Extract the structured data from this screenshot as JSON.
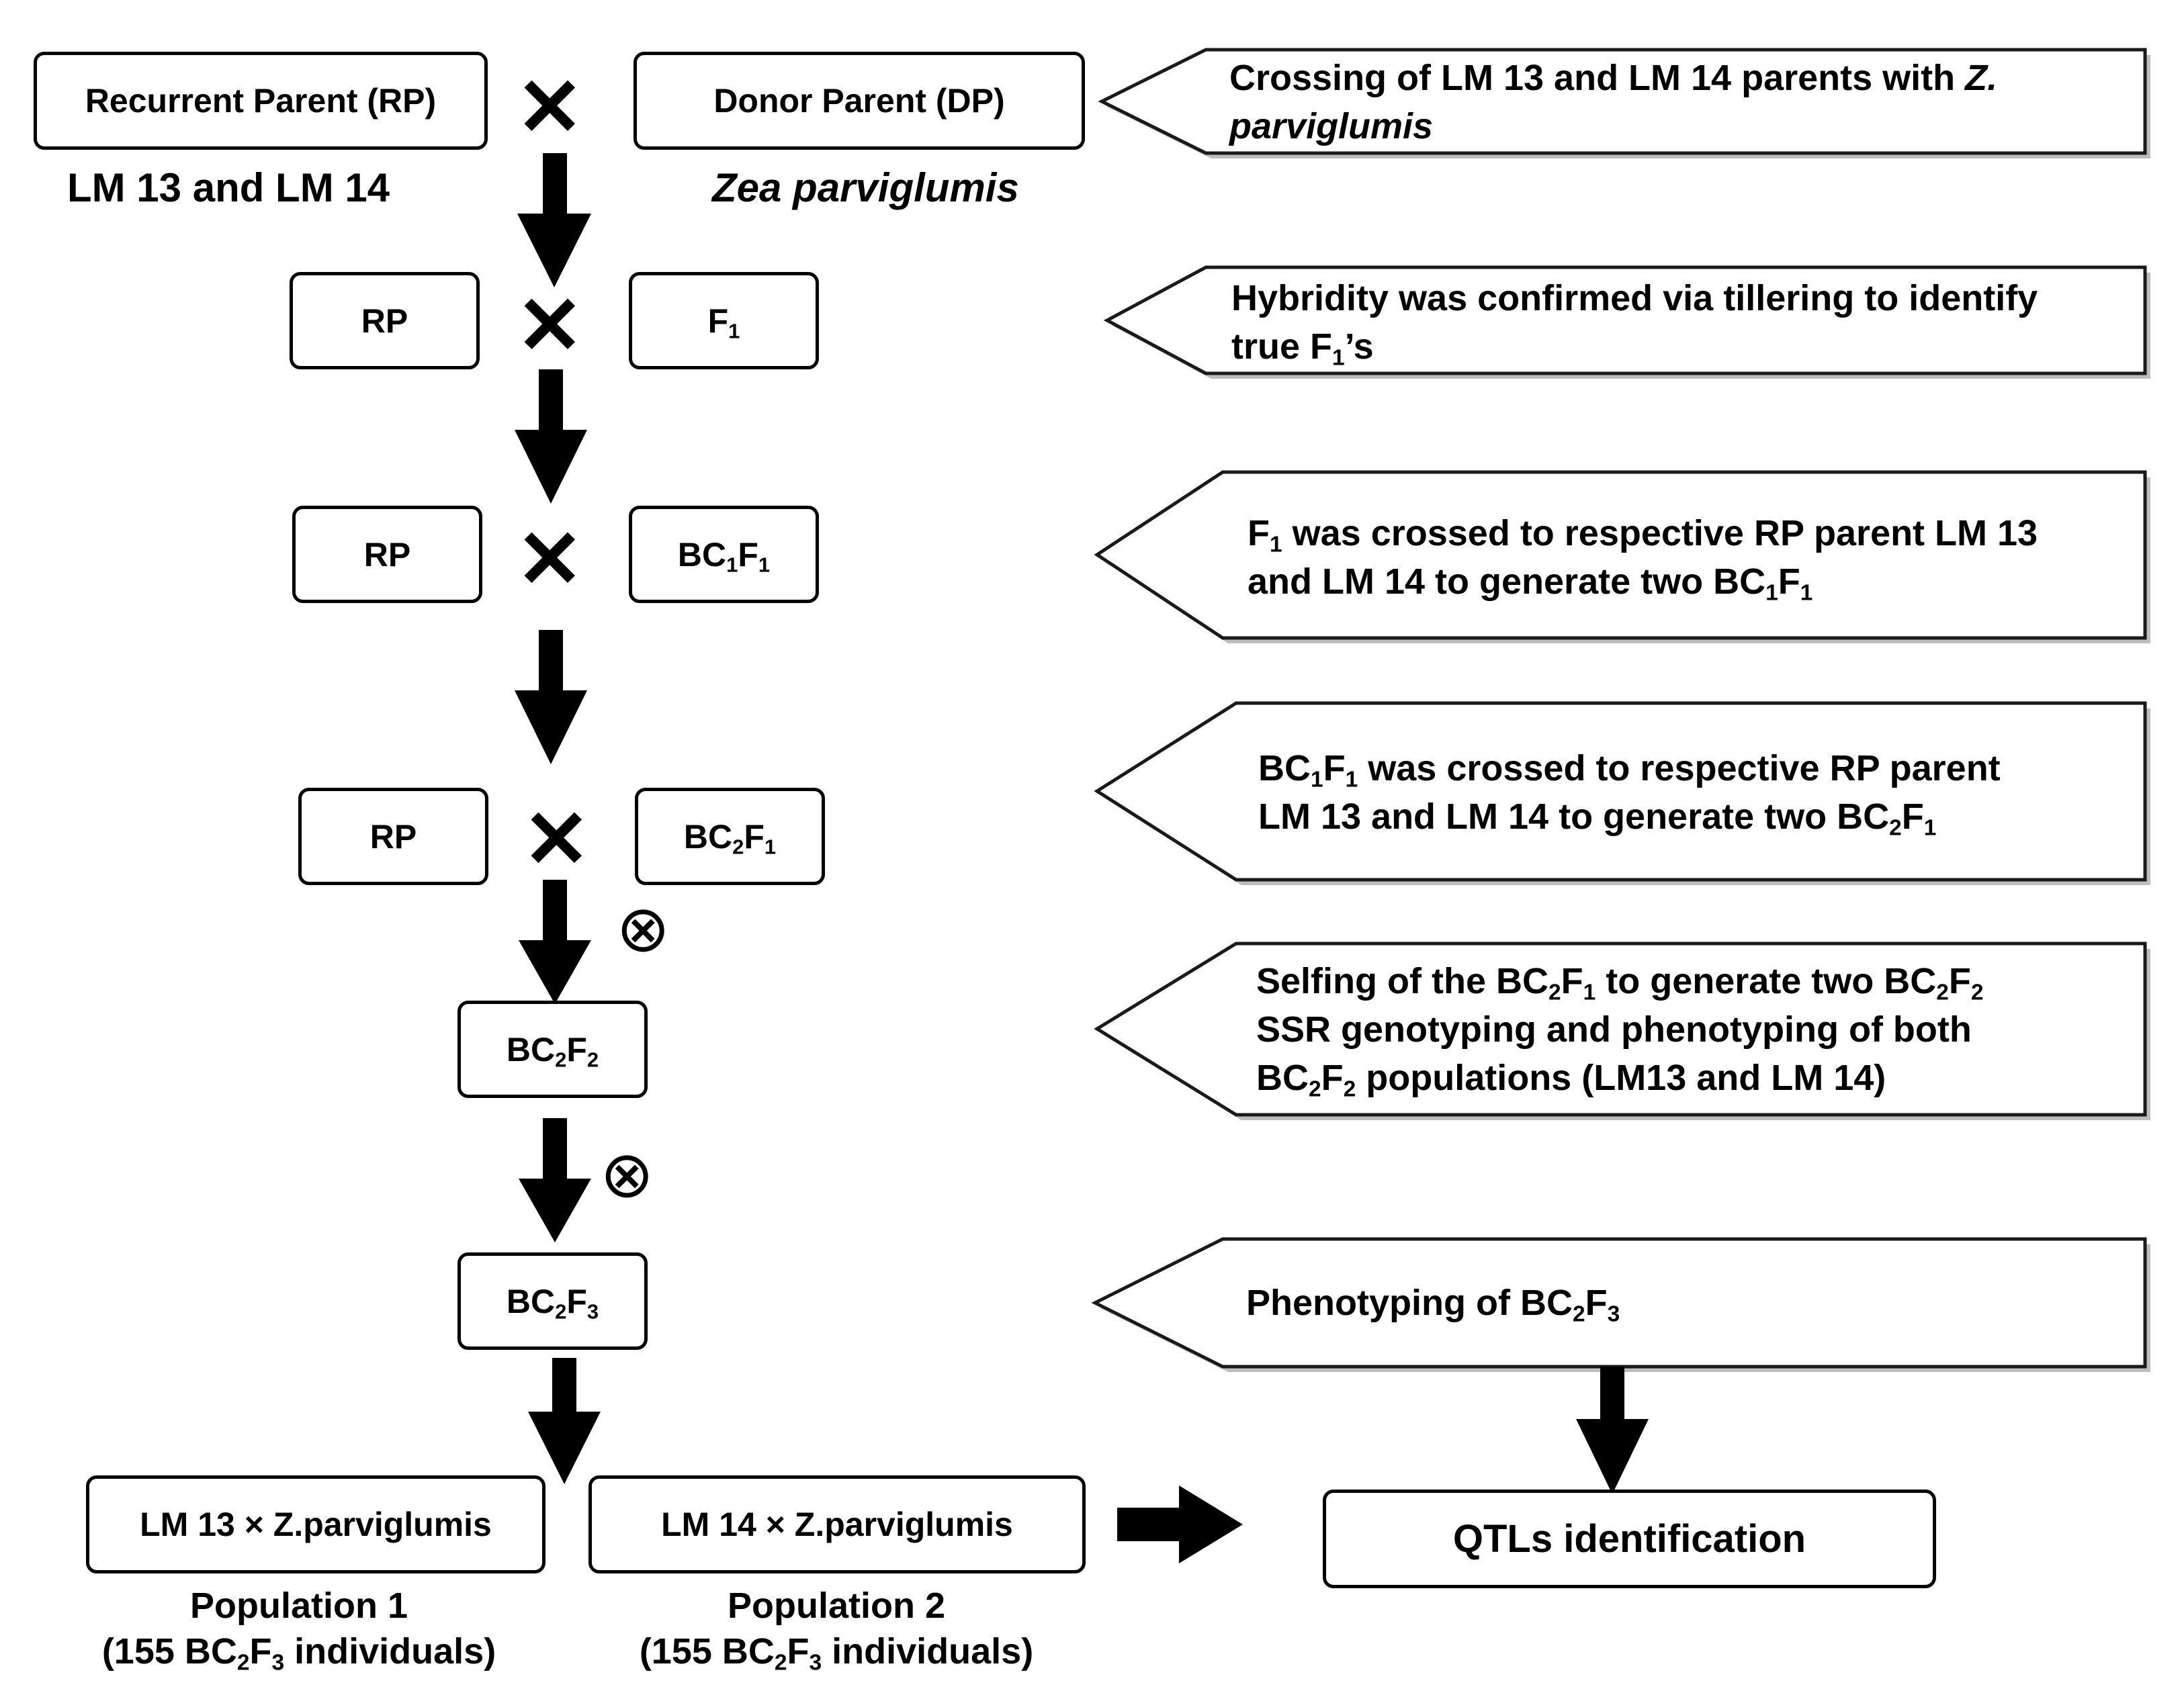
{
  "boxes": {
    "recurrent_parent": "Recurrent Parent (RP)",
    "donor_parent": "Donor Parent (DP)",
    "rp": "RP",
    "f": "F",
    "bc": "BC",
    "pop1_cross": "LM 13 × Z.parviglumis",
    "pop2_cross": "LM 14 × Z.parviglumis",
    "qtl": "QTLs identification"
  },
  "subscripts": {
    "one": "1",
    "two": "2",
    "three": "3"
  },
  "symbols": {
    "cross": "✕",
    "selfing": "⊗"
  },
  "labels": {
    "rp_lines": "LM 13 and LM 14",
    "dp_species": "Zea parviglumis",
    "population1": "Population 1",
    "population2": "Population 2",
    "pop_detail_prefix": "(155 BC",
    "pop_detail_suffix": " individuals)"
  },
  "notes": {
    "n1_a": "Crossing of LM 13 and LM 14 parents with ",
    "n1_b": "Z.",
    "n1_c": "parviglumis",
    "n2_a": "Hybridity was confirmed via tillering to identify",
    "n2_b": "true F",
    "n2_c": "’s",
    "n3_a": " was crossed to respective RP parent LM 13",
    "n3_b": "and LM 14 to generate two BC",
    "n4_a": " was crossed to respective RP parent",
    "n4_b": "LM 13 and LM 14 to generate two BC",
    "n5_a": "Selfing of the BC",
    "n5_b": " to generate two BC",
    "n5_c": "SSR genotyping and phenotyping of both",
    "n5_d": " populations (LM13 and LM 14)",
    "n6_a": "Phenotyping of BC"
  }
}
